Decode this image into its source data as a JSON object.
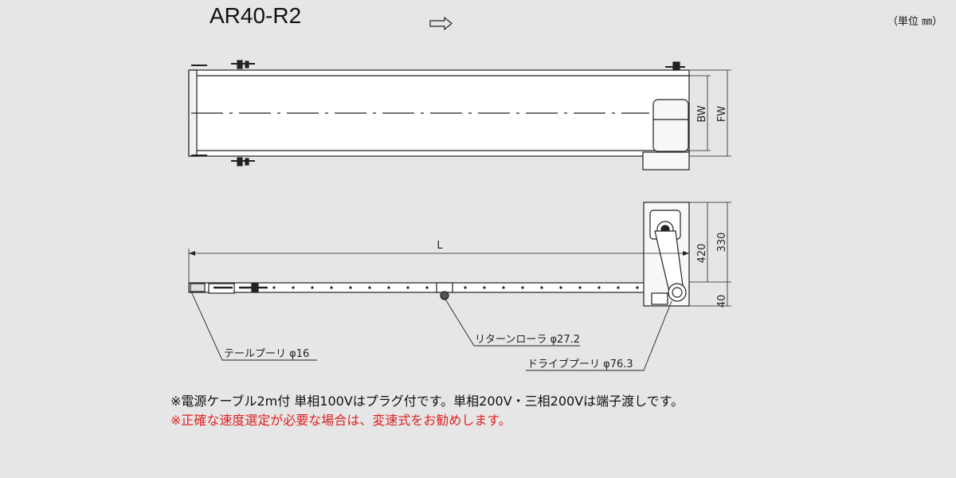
{
  "header": {
    "model": "AR40-R2",
    "direction_arrow": "⇨",
    "unit_label": "（単位 ㎜）"
  },
  "dimensions": {
    "belt_width": "BW",
    "frame_width": "FW",
    "length": "L",
    "height_420": "420",
    "height_330": "330",
    "height_40": "40"
  },
  "callouts": {
    "tail_pulley": "テールプーリ φ16",
    "return_roller": "リターンローラ φ27.2",
    "drive_pulley": "ドライブプーリ φ76.3"
  },
  "notes": {
    "line1": "※電源ケーブル2m付 単相100Vはプラグ付です。単相200V・三相200Vは端子渡しです。",
    "line2": "※正確な速度選定が必要な場合は、変速式をお勧めします。"
  },
  "colors": {
    "background": "#e6e6e6",
    "line": "#222222",
    "note_red": "#d22222"
  },
  "icons": {
    "direction": "right-arrow-icon"
  }
}
